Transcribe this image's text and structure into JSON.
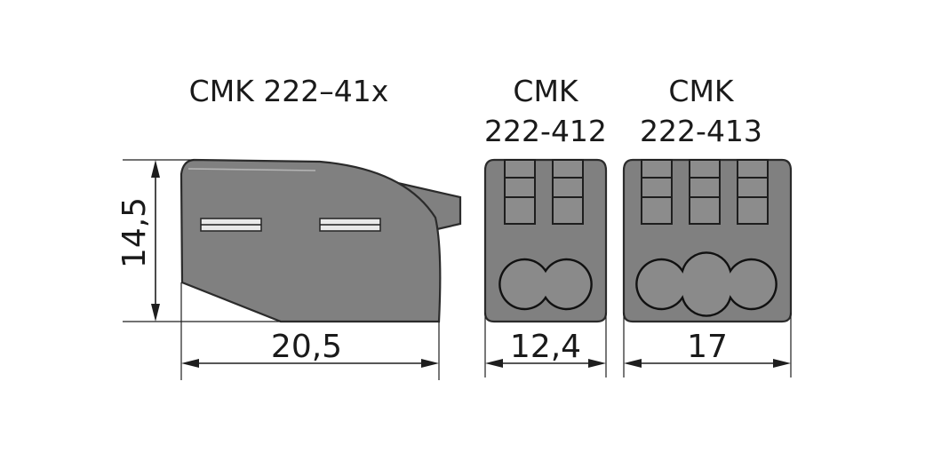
{
  "labels": {
    "side_view_title": "CMK 222–41x",
    "front2_title_line1": "CMK",
    "front2_title_line2": "222-412",
    "front3_title_line1": "CMK",
    "front3_title_line2": "222-413"
  },
  "dimensions": {
    "height": "14,5",
    "side_width": "20,5",
    "front2_width": "12,4",
    "front3_width": "17"
  },
  "colors": {
    "body": "#808080",
    "outline": "#2b2b2b"
  }
}
